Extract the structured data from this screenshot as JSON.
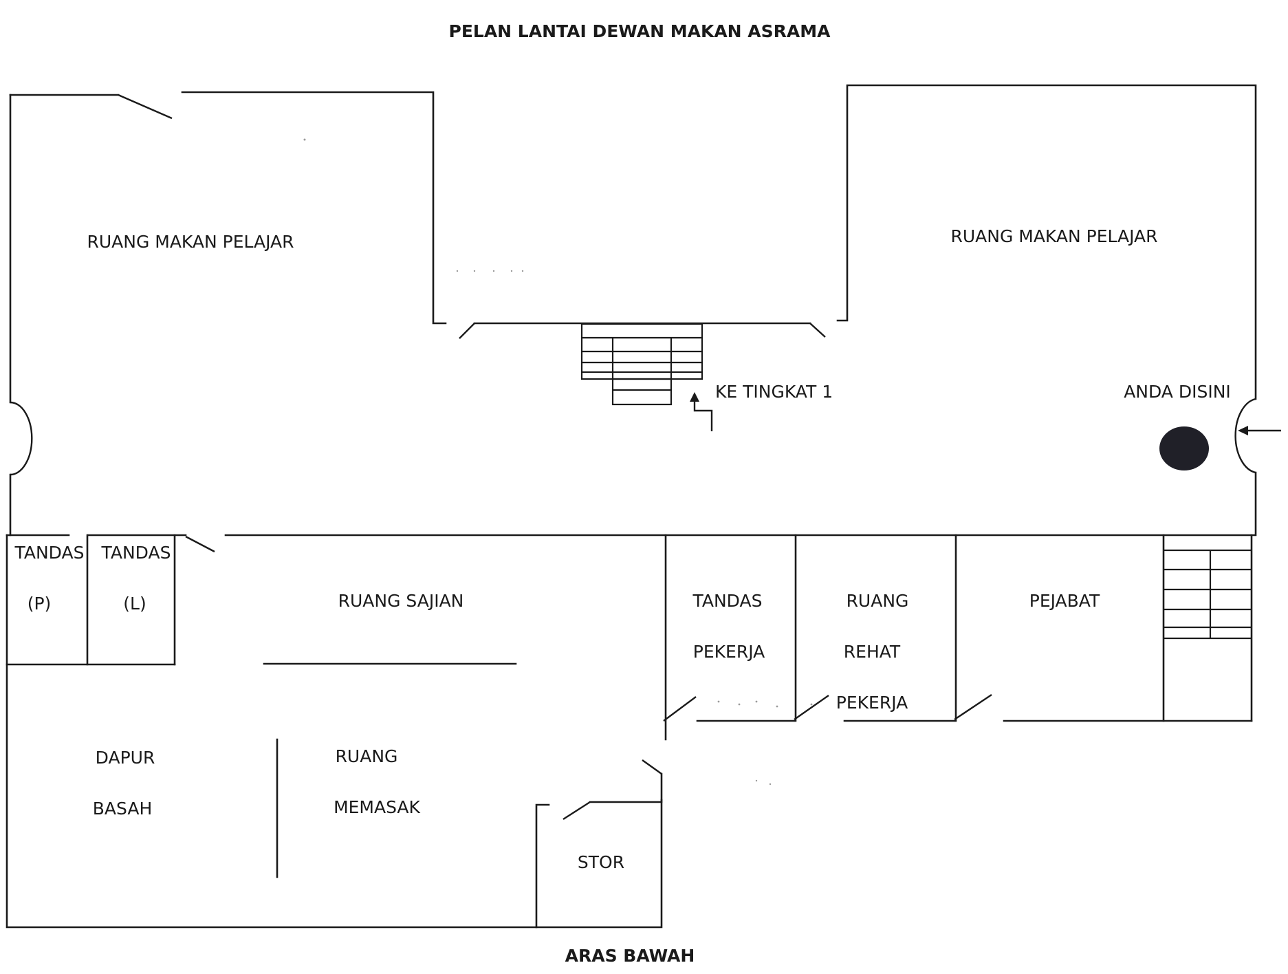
{
  "title": "PELAN LANTAI DEWAN MAKAN ASRAMA",
  "level": "ARAS BAWAH",
  "labels": {
    "dining_left": "RUANG MAKAN PELAJAR",
    "dining_right": "RUANG MAKAN PELAJAR",
    "stairs_up": "KE TINGKAT 1",
    "you_are_here": "ANDA DISINI",
    "toilet_p_title": "TANDAS",
    "toilet_p_sub": "(P)",
    "toilet_l_title": "TANDAS",
    "toilet_l_sub": "(L)",
    "serving_room": "RUANG SAJIAN",
    "staff_toilet_1": "TANDAS",
    "staff_toilet_2": "PEKERJA",
    "staff_rest_1": "RUANG",
    "staff_rest_2": "REHAT",
    "staff_rest_3": "PEKERJA",
    "office": "PEJABAT",
    "wet_kitchen_1": "DAPUR",
    "wet_kitchen_2": "BASAH",
    "cooking_room_1": "RUANG",
    "cooking_room_2": "MEMASAK",
    "store": "STOR"
  },
  "colors": {
    "ink": "#1a1a1a",
    "marker": "#202028",
    "paper": "#ffffff"
  },
  "icons": {
    "you_are_here_marker": "filled-circle",
    "entry_arrow": "arrow-left",
    "stair_arrow": "arrow-up"
  }
}
